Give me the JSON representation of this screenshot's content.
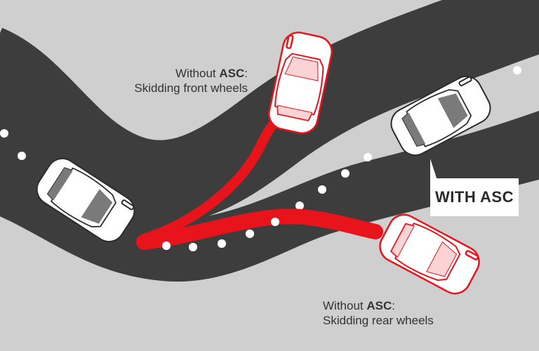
{
  "labels": {
    "front": {
      "prefix": "Without ",
      "system": "ASC",
      "suffix": ":",
      "line2": "Skidding front wheels"
    },
    "rear": {
      "prefix": "Without ",
      "system": "ASC",
      "suffix": ":",
      "line2": "Skidding rear wheels"
    },
    "with_asc": "WITH ASC"
  },
  "colors": {
    "background": "#cfcfcf",
    "road": "#3d3d3d",
    "lane_marking": "#ffffff",
    "skid_path": "#e8141c",
    "car_body": "#ffffff",
    "car_outline": "#2b2b2b",
    "skid_car_outline": "#e8141c",
    "skid_car_fill": "#fbd3d4"
  },
  "icons": [
    "car-icon",
    "callout-pointer"
  ]
}
